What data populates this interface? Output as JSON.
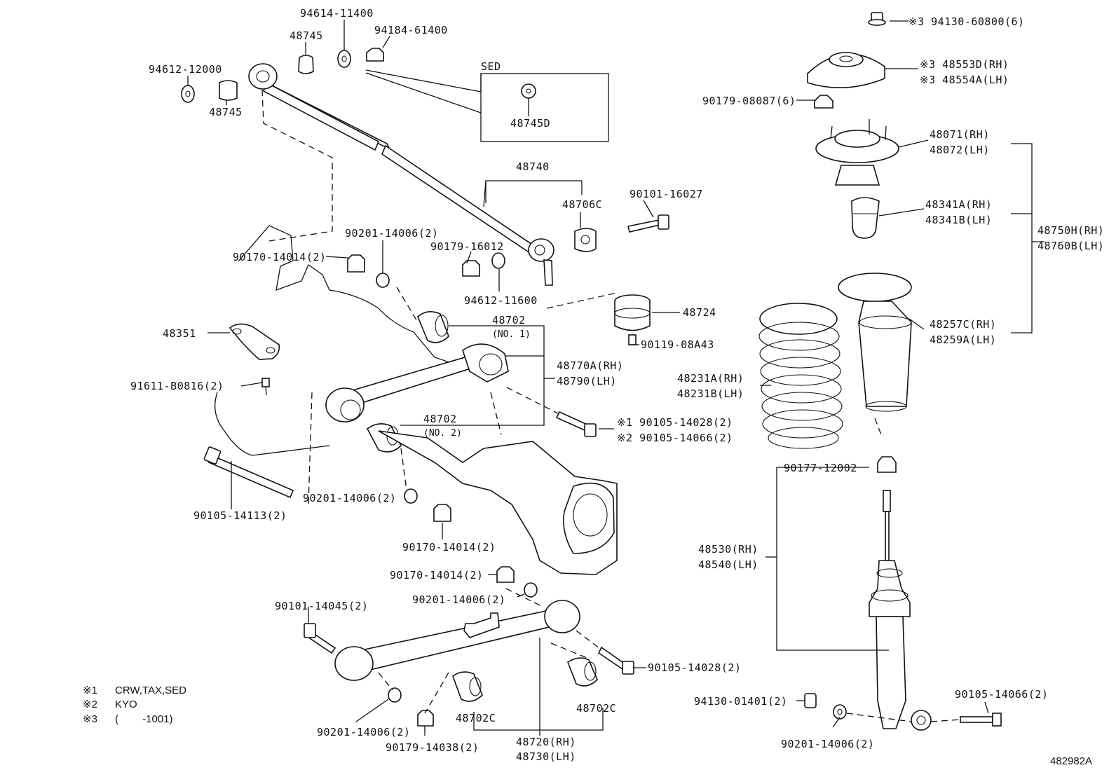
{
  "labels": {
    "p94130_60800": "※3 94130-60800(6)",
    "p48553D": "※3 48553D(RH)",
    "p48554A": "※3 48554A(LH)",
    "p90179_08087": "90179-08087(6)",
    "p48071": "48071(RH)",
    "p48072": "48072(LH)",
    "p48341A": "48341A(RH)",
    "p48341B": "48341B(LH)",
    "p48750H": "48750H(RH)",
    "p48760B": "48760B(LH)",
    "p48257C": "48257C(RH)",
    "p48259A": "48259A(LH)",
    "p48231A": "48231A(RH)",
    "p48231B": "48231B(LH)",
    "p90177_12002": "90177-12002",
    "p48530": "48530(RH)",
    "p48540": "48540(LH)",
    "p90105_14066_r": "90105-14066(2)",
    "p94130_01401": "94130-01401(2)",
    "p90201_14006_r": "90201-14006(2)",
    "p94614_11400": "94614-11400",
    "p94184_61400": "94184-61400",
    "p48745_a": "48745",
    "p94612_12000": "94612-12000",
    "p48745_b": "48745",
    "sed": "SED",
    "p48745D": "48745D",
    "p48740": "48740",
    "p48706C": "48706C",
    "p90101_16027": "90101-16027",
    "p90201_14006_a": "90201-14006(2)",
    "p90170_14014_a": "90170-14014(2)",
    "p90179_16012": "90179-16012",
    "p94612_11600": "94612-11600",
    "p48702_1": "48702",
    "no1": "(NO. 1)",
    "p48724": "48724",
    "p48351": "48351",
    "p90119_08A43": "90119-08A43",
    "p48770A": "48770A(RH)",
    "p48790": "48790(LH)",
    "p91611_B0816": "91611-B0816(2)",
    "p48702_2": "48702",
    "no2": "(NO. 2)",
    "p90105_14028_1": "※1 90105-14028(2)",
    "p90105_14066_2": "※2 90105-14066(2)",
    "p90201_14006_b": "90201-14006(2)",
    "p90105_14113": "90105-14113(2)",
    "p90170_14014_b": "90170-14014(2)",
    "p90170_14014_c": "90170-14014(2)",
    "p90201_14006_c": "90201-14006(2)",
    "p90101_14045": "90101-14045(2)",
    "p90105_14028_b": "90105-14028(2)",
    "p90201_14006_d": "90201-14006(2)",
    "p48702C_a": "48702C",
    "p48702C_b": "48702C",
    "p90179_14038": "90179-14038(2)",
    "p48720": "48720(RH)",
    "p48730": "48730(LH)"
  },
  "legend": [
    {
      "mark": "※1",
      "text": "CRW,TAX,SED"
    },
    {
      "mark": "※2",
      "text": "KYO"
    },
    {
      "mark": "※3",
      "text": "(　　 -1001)"
    }
  ],
  "figure_id": "482982A"
}
